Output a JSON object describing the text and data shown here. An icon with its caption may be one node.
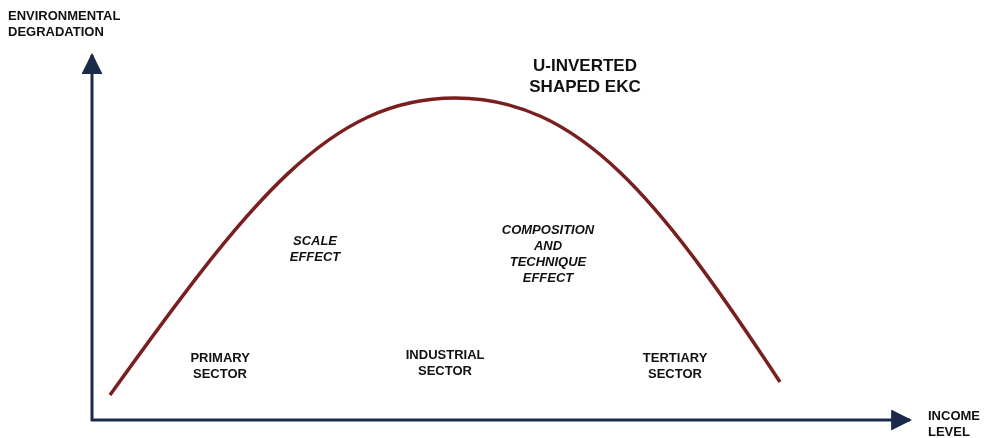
{
  "diagram": {
    "title": "U-INVERTED SHAPED EKC",
    "labels": [
      "ENVIRONMENTAL DEGRADATION",
      "SCALE EFFECT",
      "COMPOSITION AND TECHNIQUE EFFECT",
      "PRIMARY SECTOR",
      "INDUSTRIAL SECTOR",
      "TERTIARY SECTOR",
      "INCOME LEVEL"
    ]
  }
}
